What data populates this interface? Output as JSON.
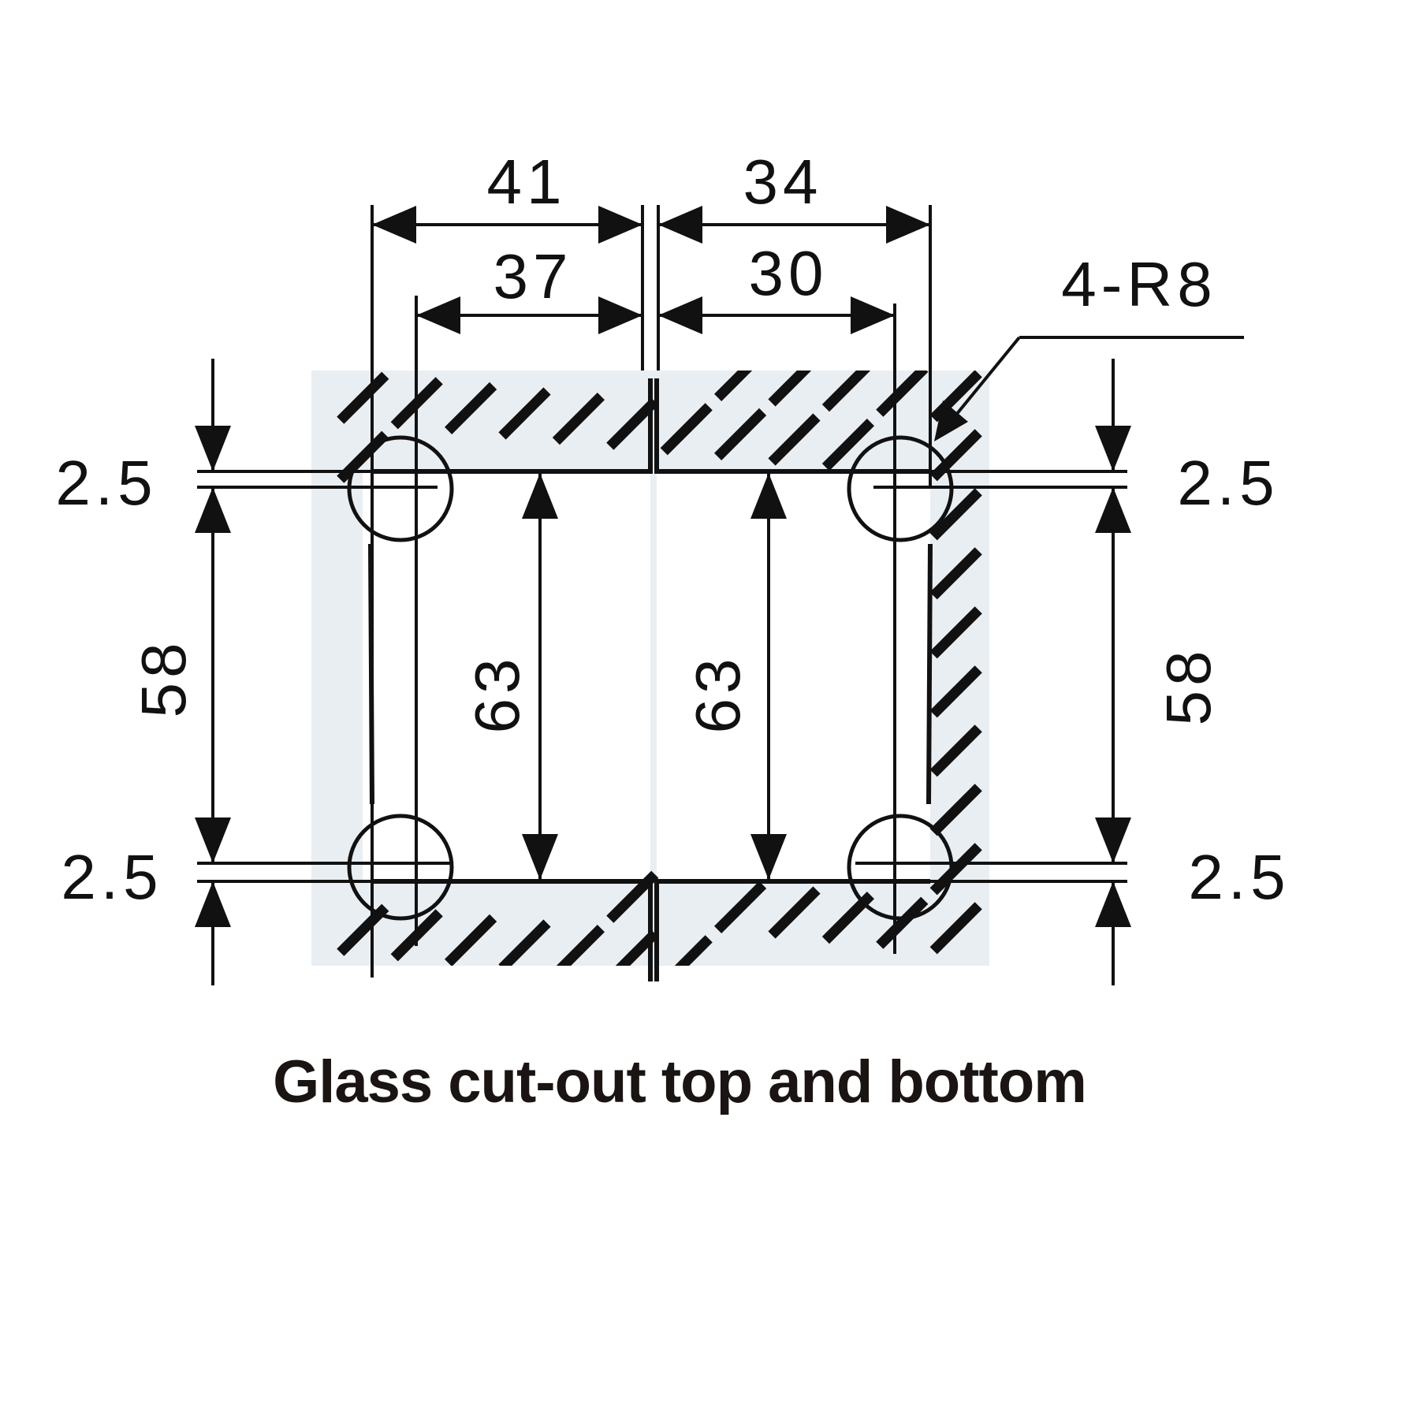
{
  "dimensions": {
    "top_outer_left": "41",
    "top_outer_right": "34",
    "top_inner_left": "37",
    "top_inner_right": "30",
    "corner_radius_note": "4-R8",
    "left_top_gap": "2.5",
    "left_bottom_gap": "2.5",
    "right_top_gap": "2.5",
    "right_bottom_gap": "2.5",
    "left_height": "58",
    "right_height": "58",
    "center_left_height": "63",
    "center_right_height": "63"
  },
  "caption": "Glass cut-out top and bottom",
  "colors": {
    "line": "#111111",
    "glass_fill": "#e9eef3",
    "caption": "#1a1412"
  }
}
